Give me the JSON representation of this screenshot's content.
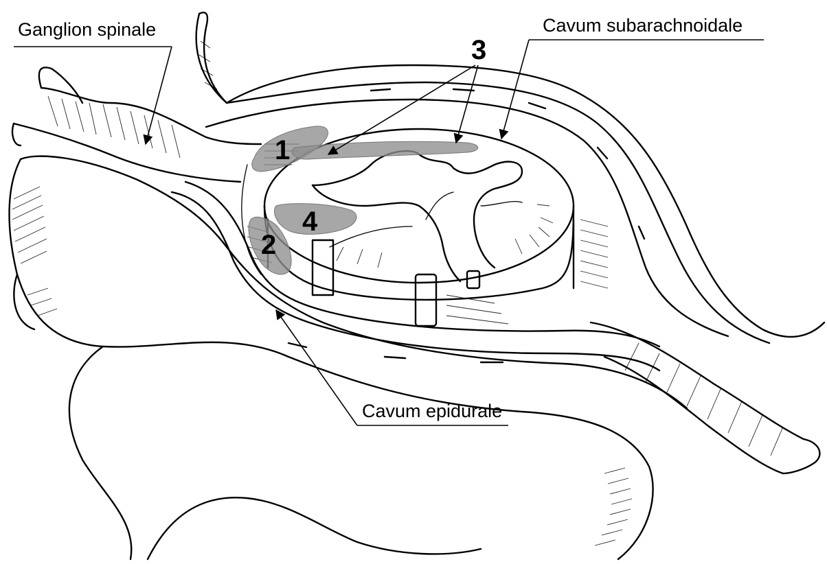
{
  "labels": {
    "ganglion": "Ganglion spinale",
    "subarachnoid": "Cavum subarachnoidale",
    "epidural": "Cavum epidurale"
  },
  "markers": {
    "m1": "1",
    "m2": "2",
    "m3": "3",
    "m4": "4"
  },
  "colors": {
    "ink": "#000000",
    "highlight_zone": "#8e8e8e",
    "background": "#ffffff"
  }
}
